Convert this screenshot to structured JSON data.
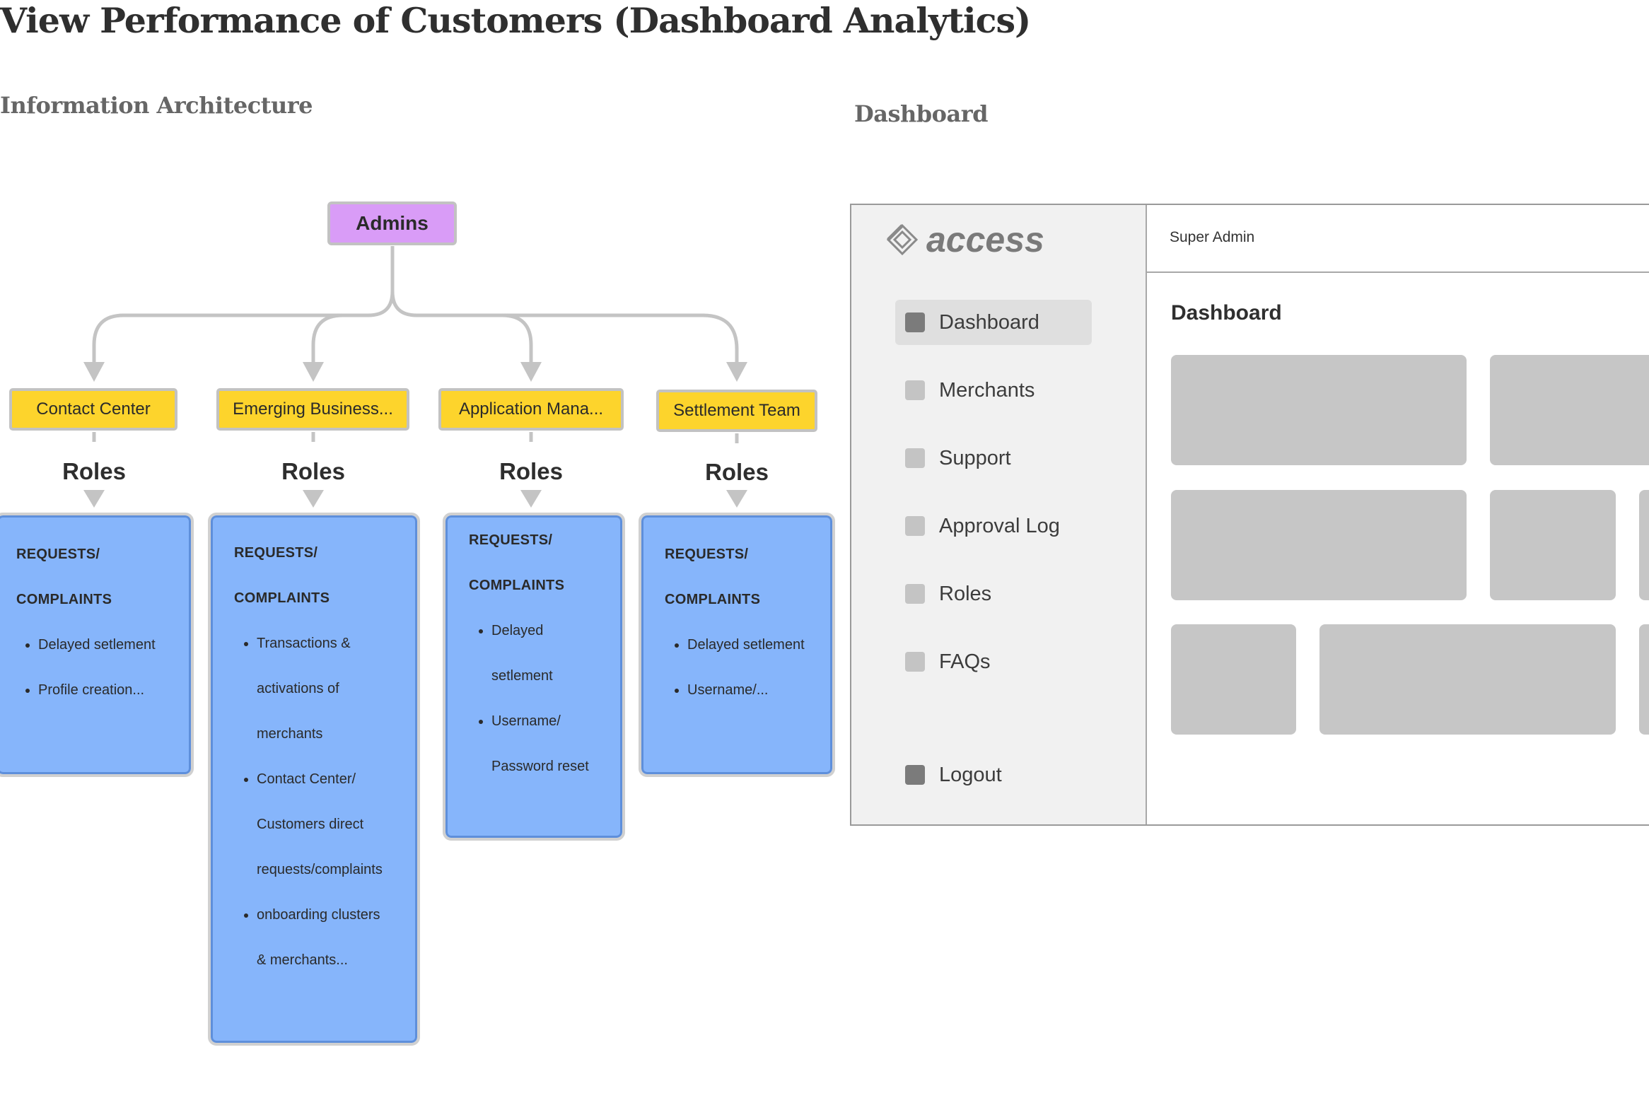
{
  "page_title": "View Performance of Customers (Dashboard Analytics)",
  "ia": {
    "section_title": "Information Architecture",
    "root": "Admins",
    "teams": [
      {
        "name": "Contact Center",
        "roles_label": "Roles",
        "heading_1": "REQUESTS/",
        "heading_2": "COMPLAINTS",
        "items": [
          "Delayed setlement",
          "Profile creation..."
        ]
      },
      {
        "name": "Emerging Business...",
        "roles_label": "Roles",
        "heading_1": "REQUESTS/",
        "heading_2": "COMPLAINTS",
        "items": [
          "Transactions &",
          "activations of",
          "merchants",
          "Contact Center/",
          "Customers direct",
          "requests/complaints",
          "onboarding clusters",
          "& merchants..."
        ]
      },
      {
        "name": "Application Mana...",
        "roles_label": "Roles",
        "heading_1": "REQUESTS/",
        "heading_2": "COMPLAINTS",
        "items": [
          "Delayed",
          "setlement",
          "Username/",
          "Password reset"
        ]
      },
      {
        "name": "Settlement Team",
        "roles_label": "Roles",
        "heading_1": "REQUESTS/",
        "heading_2": "COMPLAINTS",
        "items": [
          "Delayed setlement",
          "Username/..."
        ]
      }
    ]
  },
  "dashboard": {
    "section_title": "Dashboard",
    "brand": "access",
    "user_role": "Super Admin",
    "heading": "Dashboard",
    "nav": [
      "Dashboard",
      "Merchants",
      "Support",
      "Approval Log",
      "Roles",
      "FAQs"
    ],
    "logout": "Logout"
  },
  "colors": {
    "admin_node": "#d99cf7",
    "team_node": "#fdd42c",
    "role_card": "#86b5fb",
    "connector": "#c4c4c4"
  }
}
